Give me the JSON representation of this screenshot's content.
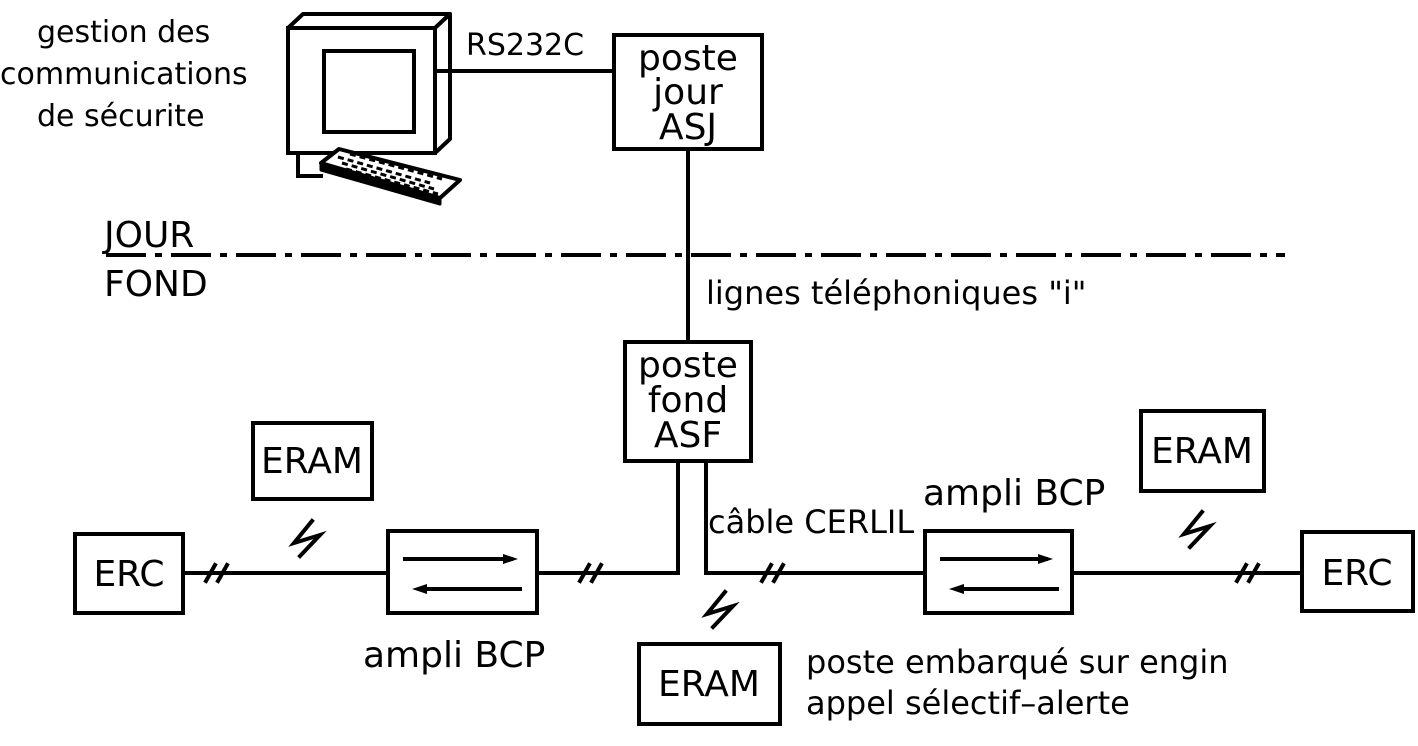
{
  "caption": {
    "line1": "gestion des",
    "line2": "communications",
    "line3": "de sécurite"
  },
  "link_label": "RS232C",
  "poste_jour": {
    "line1": "poste",
    "line2": "jour",
    "line3": "ASJ"
  },
  "level_jour": "JOUR",
  "level_fond": "FOND",
  "phone_lines_label": "lignes téléphoniques \"i\"",
  "poste_fond": {
    "line1": "poste",
    "line2": "fond",
    "line3": "ASF"
  },
  "eram_label": "ERAM",
  "erc_label": "ERC",
  "ampli_label": "ampli BCP",
  "cable_label": "câble CERLIL",
  "onboard": {
    "line1": "poste embarqué sur engin",
    "line2": "appel sélectif–alerte"
  },
  "colors": {
    "stroke": "#000000",
    "background": "#ffffff"
  },
  "icons": [
    "computer-monitor-icon",
    "keyboard-icon",
    "radio-link-icon",
    "cable-break-icon",
    "bidirectional-arrow-icon"
  ]
}
